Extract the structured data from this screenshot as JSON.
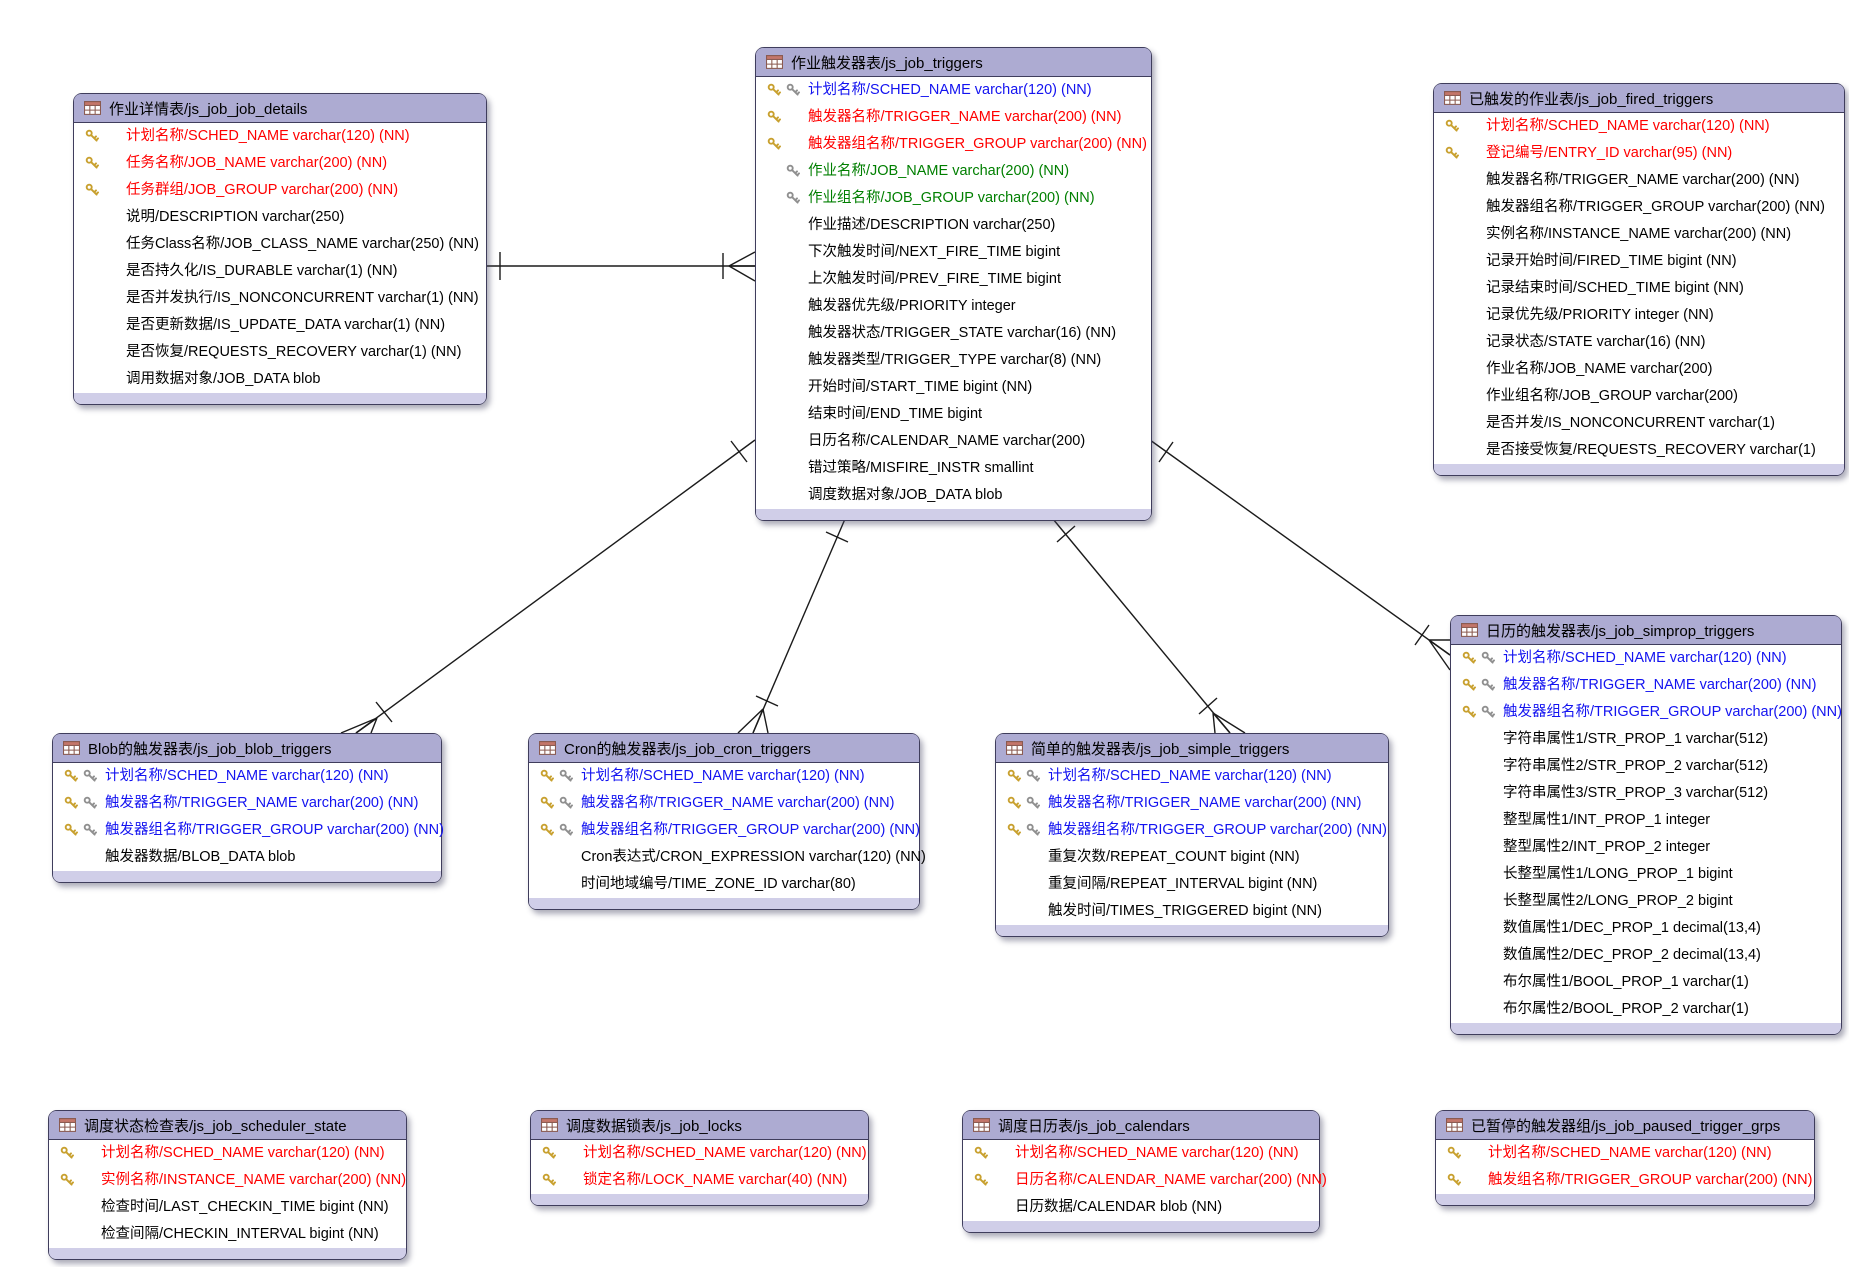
{
  "diagram": {
    "colors": {
      "primary_key_text": "#ff0000",
      "primary_foreign_key_text": "#1313f0",
      "foreign_key_text": "#007f00",
      "field_text": "#000000",
      "table_header_bg": "#adabd2",
      "table_footer_bg": "#d0cee8",
      "table_border": "#3f3d5c",
      "relationship_line": "#1b1b1b",
      "gold_key_icon": "#c8a02e",
      "grey_key_icon": "#8f8f8f"
    },
    "tables": [
      {
        "id": "js_job_job_details",
        "title": "作业详情表/js_job_job_details",
        "fields": [
          {
            "icons": [
              "primary-key-icon"
            ],
            "color": "red",
            "text": "计划名称/SCHED_NAME varchar(120) (NN)"
          },
          {
            "icons": [
              "primary-key-icon"
            ],
            "color": "red",
            "text": "任务名称/JOB_NAME varchar(200) (NN)"
          },
          {
            "icons": [
              "primary-key-icon"
            ],
            "color": "red",
            "text": "任务群组/JOB_GROUP varchar(200) (NN)"
          },
          {
            "icons": [],
            "color": "black",
            "text": "说明/DESCRIPTION varchar(250)"
          },
          {
            "icons": [],
            "color": "black",
            "text": "任务Class名称/JOB_CLASS_NAME varchar(250) (NN)"
          },
          {
            "icons": [],
            "color": "black",
            "text": "是否持久化/IS_DURABLE varchar(1) (NN)"
          },
          {
            "icons": [],
            "color": "black",
            "text": "是否并发执行/IS_NONCONCURRENT varchar(1) (NN)"
          },
          {
            "icons": [],
            "color": "black",
            "text": "是否更新数据/IS_UPDATE_DATA varchar(1) (NN)"
          },
          {
            "icons": [],
            "color": "black",
            "text": "是否恢复/REQUESTS_RECOVERY varchar(1) (NN)"
          },
          {
            "icons": [],
            "color": "black",
            "text": "调用数据对象/JOB_DATA blob"
          }
        ]
      },
      {
        "id": "js_job_triggers",
        "title": "作业触发器表/js_job_triggers",
        "fields": [
          {
            "icons": [
              "primary-key-icon",
              "foreign-key-icon"
            ],
            "color": "blue",
            "text": "计划名称/SCHED_NAME varchar(120) (NN)"
          },
          {
            "icons": [
              "primary-key-icon"
            ],
            "color": "red",
            "text": "触发器名称/TRIGGER_NAME varchar(200) (NN)"
          },
          {
            "icons": [
              "primary-key-icon"
            ],
            "color": "red",
            "text": "触发器组名称/TRIGGER_GROUP varchar(200) (NN)"
          },
          {
            "icons": [
              null,
              "foreign-key-icon"
            ],
            "color": "green",
            "text": "作业名称/JOB_NAME varchar(200) (NN)"
          },
          {
            "icons": [
              null,
              "foreign-key-icon"
            ],
            "color": "green",
            "text": "作业组名称/JOB_GROUP varchar(200) (NN)"
          },
          {
            "icons": [],
            "color": "black",
            "text": "作业描述/DESCRIPTION varchar(250)"
          },
          {
            "icons": [],
            "color": "black",
            "text": "下次触发时间/NEXT_FIRE_TIME bigint"
          },
          {
            "icons": [],
            "color": "black",
            "text": "上次触发时间/PREV_FIRE_TIME bigint"
          },
          {
            "icons": [],
            "color": "black",
            "text": "触发器优先级/PRIORITY integer"
          },
          {
            "icons": [],
            "color": "black",
            "text": "触发器状态/TRIGGER_STATE varchar(16) (NN)"
          },
          {
            "icons": [],
            "color": "black",
            "text": "触发器类型/TRIGGER_TYPE varchar(8) (NN)"
          },
          {
            "icons": [],
            "color": "black",
            "text": "开始时间/START_TIME bigint (NN)"
          },
          {
            "icons": [],
            "color": "black",
            "text": "结束时间/END_TIME bigint"
          },
          {
            "icons": [],
            "color": "black",
            "text": "日历名称/CALENDAR_NAME varchar(200)"
          },
          {
            "icons": [],
            "color": "black",
            "text": "错过策略/MISFIRE_INSTR smallint"
          },
          {
            "icons": [],
            "color": "black",
            "text": "调度数据对象/JOB_DATA blob"
          }
        ]
      },
      {
        "id": "js_job_fired_triggers",
        "title": "已触发的作业表/js_job_fired_triggers",
        "fields": [
          {
            "icons": [
              "primary-key-icon"
            ],
            "color": "red",
            "text": "计划名称/SCHED_NAME varchar(120) (NN)"
          },
          {
            "icons": [
              "primary-key-icon"
            ],
            "color": "red",
            "text": "登记编号/ENTRY_ID varchar(95) (NN)"
          },
          {
            "icons": [],
            "color": "black",
            "text": "触发器名称/TRIGGER_NAME varchar(200) (NN)"
          },
          {
            "icons": [],
            "color": "black",
            "text": "触发器组名称/TRIGGER_GROUP varchar(200) (NN)"
          },
          {
            "icons": [],
            "color": "black",
            "text": "实例名称/INSTANCE_NAME varchar(200) (NN)"
          },
          {
            "icons": [],
            "color": "black",
            "text": "记录开始时间/FIRED_TIME bigint (NN)"
          },
          {
            "icons": [],
            "color": "black",
            "text": "记录结束时间/SCHED_TIME bigint (NN)"
          },
          {
            "icons": [],
            "color": "black",
            "text": "记录优先级/PRIORITY integer (NN)"
          },
          {
            "icons": [],
            "color": "black",
            "text": "记录状态/STATE varchar(16) (NN)"
          },
          {
            "icons": [],
            "color": "black",
            "text": "作业名称/JOB_NAME varchar(200)"
          },
          {
            "icons": [],
            "color": "black",
            "text": "作业组名称/JOB_GROUP varchar(200)"
          },
          {
            "icons": [],
            "color": "black",
            "text": "是否并发/IS_NONCONCURRENT varchar(1)"
          },
          {
            "icons": [],
            "color": "black",
            "text": "是否接受恢复/REQUESTS_RECOVERY varchar(1)"
          }
        ]
      },
      {
        "id": "js_job_simprop_triggers",
        "title": "日历的触发器表/js_job_simprop_triggers",
        "fields": [
          {
            "icons": [
              "primary-key-icon",
              "foreign-key-icon"
            ],
            "color": "blue",
            "text": "计划名称/SCHED_NAME varchar(120) (NN)"
          },
          {
            "icons": [
              "primary-key-icon",
              "foreign-key-icon"
            ],
            "color": "blue",
            "text": "触发器名称/TRIGGER_NAME varchar(200) (NN)"
          },
          {
            "icons": [
              "primary-key-icon",
              "foreign-key-icon"
            ],
            "color": "blue",
            "text": "触发器组名称/TRIGGER_GROUP varchar(200) (NN)"
          },
          {
            "icons": [],
            "color": "black",
            "text": "字符串属性1/STR_PROP_1 varchar(512)"
          },
          {
            "icons": [],
            "color": "black",
            "text": "字符串属性2/STR_PROP_2 varchar(512)"
          },
          {
            "icons": [],
            "color": "black",
            "text": "字符串属性3/STR_PROP_3 varchar(512)"
          },
          {
            "icons": [],
            "color": "black",
            "text": "整型属性1/INT_PROP_1 integer"
          },
          {
            "icons": [],
            "color": "black",
            "text": "整型属性2/INT_PROP_2 integer"
          },
          {
            "icons": [],
            "color": "black",
            "text": "长整型属性1/LONG_PROP_1 bigint"
          },
          {
            "icons": [],
            "color": "black",
            "text": "长整型属性2/LONG_PROP_2 bigint"
          },
          {
            "icons": [],
            "color": "black",
            "text": "数值属性1/DEC_PROP_1 decimal(13,4)"
          },
          {
            "icons": [],
            "color": "black",
            "text": "数值属性2/DEC_PROP_2 decimal(13,4)"
          },
          {
            "icons": [],
            "color": "black",
            "text": "布尔属性1/BOOL_PROP_1 varchar(1)"
          },
          {
            "icons": [],
            "color": "black",
            "text": "布尔属性2/BOOL_PROP_2 varchar(1)"
          }
        ]
      },
      {
        "id": "js_job_blob_triggers",
        "title": "Blob的触发器表/js_job_blob_triggers",
        "fields": [
          {
            "icons": [
              "primary-key-icon",
              "foreign-key-icon"
            ],
            "color": "blue",
            "text": "计划名称/SCHED_NAME varchar(120) (NN)"
          },
          {
            "icons": [
              "primary-key-icon",
              "foreign-key-icon"
            ],
            "color": "blue",
            "text": "触发器名称/TRIGGER_NAME varchar(200) (NN)"
          },
          {
            "icons": [
              "primary-key-icon",
              "foreign-key-icon"
            ],
            "color": "blue",
            "text": "触发器组名称/TRIGGER_GROUP varchar(200) (NN)"
          },
          {
            "icons": [],
            "color": "black",
            "text": "触发器数据/BLOB_DATA blob"
          }
        ]
      },
      {
        "id": "js_job_cron_triggers",
        "title": "Cron的触发器表/js_job_cron_triggers",
        "fields": [
          {
            "icons": [
              "primary-key-icon",
              "foreign-key-icon"
            ],
            "color": "blue",
            "text": "计划名称/SCHED_NAME varchar(120) (NN)"
          },
          {
            "icons": [
              "primary-key-icon",
              "foreign-key-icon"
            ],
            "color": "blue",
            "text": "触发器名称/TRIGGER_NAME varchar(200) (NN)"
          },
          {
            "icons": [
              "primary-key-icon",
              "foreign-key-icon"
            ],
            "color": "blue",
            "text": "触发器组名称/TRIGGER_GROUP varchar(200) (NN)"
          },
          {
            "icons": [],
            "color": "black",
            "text": "Cron表达式/CRON_EXPRESSION varchar(120) (NN)"
          },
          {
            "icons": [],
            "color": "black",
            "text": "时间地域编号/TIME_ZONE_ID varchar(80)"
          }
        ]
      },
      {
        "id": "js_job_simple_triggers",
        "title": "简单的触发器表/js_job_simple_triggers",
        "fields": [
          {
            "icons": [
              "primary-key-icon",
              "foreign-key-icon"
            ],
            "color": "blue",
            "text": "计划名称/SCHED_NAME varchar(120) (NN)"
          },
          {
            "icons": [
              "primary-key-icon",
              "foreign-key-icon"
            ],
            "color": "blue",
            "text": "触发器名称/TRIGGER_NAME varchar(200) (NN)"
          },
          {
            "icons": [
              "primary-key-icon",
              "foreign-key-icon"
            ],
            "color": "blue",
            "text": "触发器组名称/TRIGGER_GROUP varchar(200) (NN)"
          },
          {
            "icons": [],
            "color": "black",
            "text": "重复次数/REPEAT_COUNT bigint (NN)"
          },
          {
            "icons": [],
            "color": "black",
            "text": "重复间隔/REPEAT_INTERVAL bigint (NN)"
          },
          {
            "icons": [],
            "color": "black",
            "text": "触发时间/TIMES_TRIGGERED bigint (NN)"
          }
        ]
      },
      {
        "id": "js_job_scheduler_state",
        "title": "调度状态检查表/js_job_scheduler_state",
        "fields": [
          {
            "icons": [
              "primary-key-icon"
            ],
            "color": "red",
            "text": "计划名称/SCHED_NAME varchar(120) (NN)"
          },
          {
            "icons": [
              "primary-key-icon"
            ],
            "color": "red",
            "text": "实例名称/INSTANCE_NAME varchar(200) (NN)"
          },
          {
            "icons": [],
            "color": "black",
            "text": "检查时间/LAST_CHECKIN_TIME bigint (NN)"
          },
          {
            "icons": [],
            "color": "black",
            "text": "检查间隔/CHECKIN_INTERVAL bigint (NN)"
          }
        ]
      },
      {
        "id": "js_job_locks",
        "title": "调度数据锁表/js_job_locks",
        "fields": [
          {
            "icons": [
              "primary-key-icon"
            ],
            "color": "red",
            "text": "计划名称/SCHED_NAME varchar(120) (NN)"
          },
          {
            "icons": [
              "primary-key-icon"
            ],
            "color": "red",
            "text": "锁定名称/LOCK_NAME varchar(40) (NN)"
          }
        ]
      },
      {
        "id": "js_job_calendars",
        "title": "调度日历表/js_job_calendars",
        "fields": [
          {
            "icons": [
              "primary-key-icon"
            ],
            "color": "red",
            "text": "计划名称/SCHED_NAME varchar(120) (NN)"
          },
          {
            "icons": [
              "primary-key-icon"
            ],
            "color": "red",
            "text": "日历名称/CALENDAR_NAME varchar(200) (NN)"
          },
          {
            "icons": [],
            "color": "black",
            "text": "日历数据/CALENDAR blob (NN)"
          }
        ]
      },
      {
        "id": "js_job_paused_trigger_grps",
        "title": "已暂停的触发器组/js_job_paused_trigger_grps",
        "fields": [
          {
            "icons": [
              "primary-key-icon"
            ],
            "color": "red",
            "text": "计划名称/SCHED_NAME varchar(120) (NN)"
          },
          {
            "icons": [
              "primary-key-icon"
            ],
            "color": "red",
            "text": "触发组名称/TRIGGER_GROUP varchar(200) (NN)"
          }
        ]
      }
    ]
  }
}
